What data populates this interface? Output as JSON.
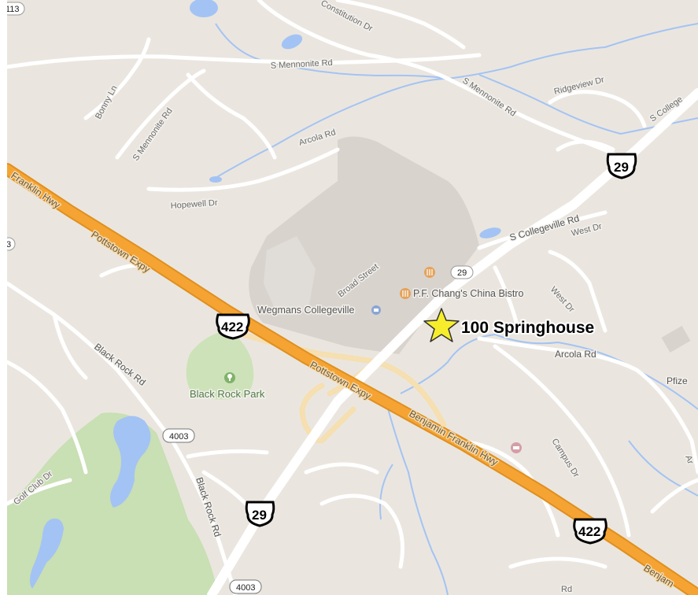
{
  "map": {
    "colors": {
      "land": "#eae6df",
      "water": "#a3c3f4",
      "park": "#cfe2bd",
      "mall": "#d8d2cc",
      "highway": "#f5a433",
      "ramp": "#f6dfb0",
      "road": "#ffffff"
    },
    "roads": {
      "s_mennonite_upper": "S Mennonite Rd",
      "s_mennonite_east": "S Mennonite Rd",
      "s_mennonite_west": "S Mennonite Rd",
      "constitution": "Constitution Dr",
      "bonny": "Bonny Ln",
      "ridgeview": "Ridgeview Dr",
      "arcola_north": "Arcola Rd",
      "hopewell": "Hopewell Dr",
      "s_collegeville_ne": "S College",
      "s_collegeville": "S Collegeville Rd",
      "west_dr_1": "West Dr",
      "west_dr_2": "West Dr",
      "broad_street": "Broad Street",
      "arcola_east": "Arcola Rd",
      "black_rock_rd_1": "Black Rock Rd",
      "black_rock_rd_2": "Black Rock Rd",
      "golf_club": "Golf Club Dr",
      "campus": "Campus Dr",
      "pfize": "Pfize",
      "right_edge_ar": "Ar",
      "bottom_rd": "Rd"
    },
    "highways": {
      "franklin_hwy_top": "Franklin Hwy",
      "pottstown_expy_top": "Pottstown Expy",
      "pottstown_expy_mid": "Pottstown Expy",
      "benjamin_franklin_hwy": "Benjamin Franklin Hwy",
      "benjamin_corner": "Benjam"
    },
    "places": {
      "wegmans": "Wegmans Collegeville",
      "pf_changs": "P.F. Chang's China Bistro",
      "black_rock_park": "Black Rock Park"
    },
    "shields": {
      "top_left": "113",
      "left_edge": "3",
      "us29_top": "29",
      "us29_mid": "29",
      "us29_low": "29",
      "us422_left": "422",
      "us422_right": "422",
      "sr4003_mid": "4003",
      "sr4003_bottom": "4003"
    },
    "marker": {
      "label": "100 Springhouse",
      "color": "#f6ee2a",
      "icon": "star-icon"
    },
    "icons": {
      "restaurant": "restaurant-icon",
      "store": "store-icon",
      "park": "park-icon",
      "hotel": "hotel-icon"
    }
  }
}
